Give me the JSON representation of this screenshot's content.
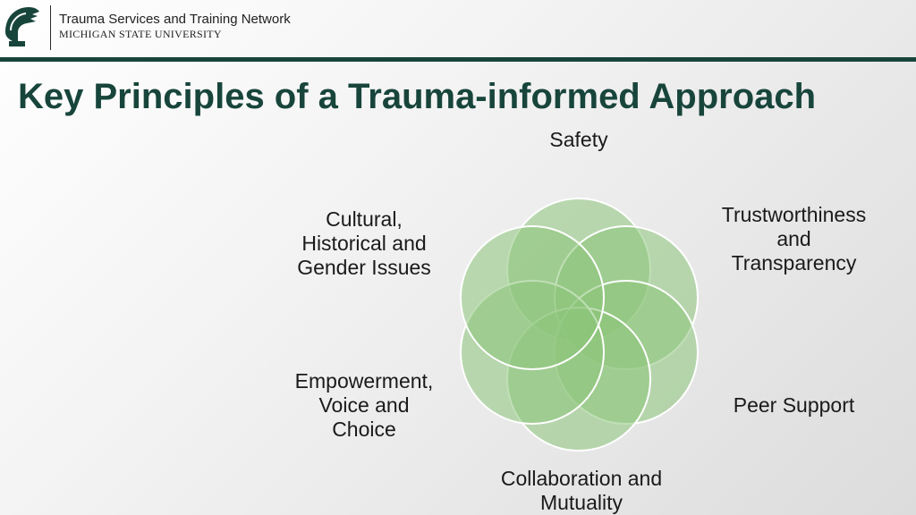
{
  "header": {
    "org_name": "Trauma Services and Training Network",
    "university": "MICHIGAN STATE UNIVERSITY",
    "logo": "spartan-helmet-icon",
    "accent_color": "#18453b"
  },
  "title": "Key Principles of a Trauma-informed Approach",
  "diagram": {
    "type": "six-circle-venn",
    "circle_color": "#8cc47a",
    "labels": {
      "safety": "Safety",
      "trust": "Trustworthiness\nand\nTransparency",
      "peer": "Peer Support",
      "collab": "Collaboration  and\nMutuality",
      "empower": "Empowerment,\nVoice and\nChoice",
      "cultural": "Cultural,\nHistorical and\nGender Issues"
    }
  }
}
